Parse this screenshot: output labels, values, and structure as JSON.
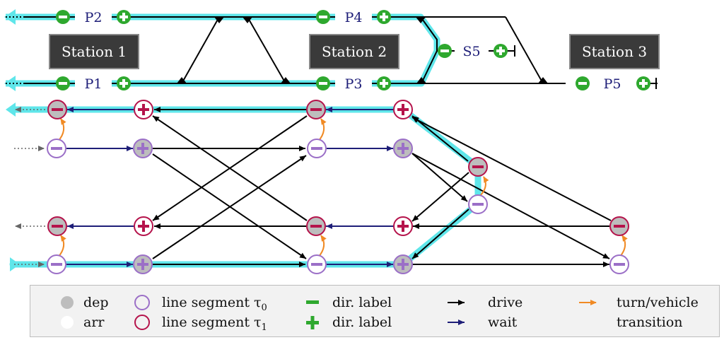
{
  "stations": [
    {
      "id": "s1",
      "label": "Station 1"
    },
    {
      "id": "s2",
      "label": "Station 2"
    },
    {
      "id": "s3",
      "label": "Station 3"
    }
  ],
  "platforms": [
    {
      "id": "p2",
      "label": "P2"
    },
    {
      "id": "p1",
      "label": "P1"
    },
    {
      "id": "p4",
      "label": "P4"
    },
    {
      "id": "p3",
      "label": "P3"
    },
    {
      "id": "s5",
      "label": "S5"
    },
    {
      "id": "p5",
      "label": "P5"
    }
  ],
  "legend": {
    "dep": "dep",
    "arr": "arr",
    "seg0": "line segment τ",
    "seg0_sub": "0",
    "seg1": "line segment τ",
    "seg1_sub": "1",
    "dir_minus": "dir. label",
    "dir_plus": "dir. label",
    "drive": "drive",
    "wait": "wait",
    "turn1": "turn/vehicle",
    "turn2": "transition"
  },
  "colors": {
    "highlight": "#5fe6ea",
    "dep_fill": "#bdbdbd",
    "tau0": "#9b6fc7",
    "tau1": "#b5134b",
    "dir_label": "#2ea82e",
    "drive": "#000000",
    "wait": "#1e1e78",
    "turn": "#f08a24"
  }
}
